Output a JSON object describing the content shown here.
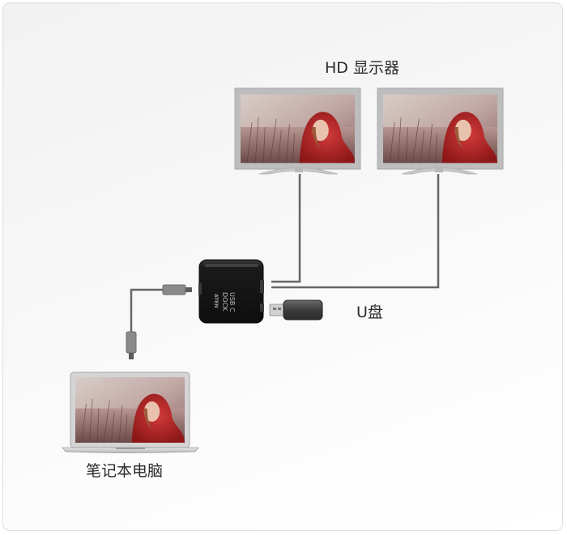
{
  "labels": {
    "monitors": "HD 显示器",
    "usb_drive": "U盘",
    "laptop": "笔记本电脑",
    "dock_text_line1": "USB C",
    "dock_text_line2": "DOCK",
    "dock_brand": "ATEN"
  },
  "colors": {
    "cable": "#666666",
    "monitor_frame": "#bdbdbd",
    "dock_body": "#1e1e1e",
    "usb_drive_body": "#4a4a4a"
  }
}
